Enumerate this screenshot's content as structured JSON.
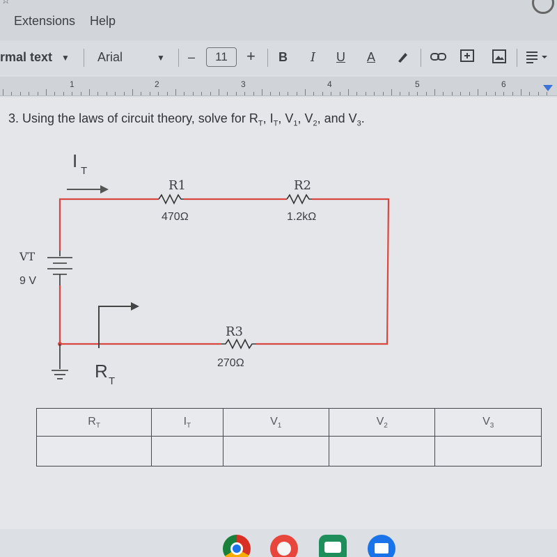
{
  "menu": {
    "extensions": "Extensions",
    "help": "Help"
  },
  "toolbar": {
    "style": "rmal text",
    "font": "Arial",
    "minus": "–",
    "font_size": "11",
    "plus": "+",
    "bold": "B",
    "italic": "I",
    "underline": "U",
    "text_color": "A"
  },
  "ruler": {
    "numbers": [
      "1",
      "2",
      "3",
      "4",
      "5",
      "6"
    ]
  },
  "question": {
    "number": "3.",
    "text_prefix": "Using the laws of circuit theory, solve for R",
    "rt_sub": "T",
    "sep1": ", I",
    "it_sub": "T",
    "sep2": ", V",
    "v1_sub": "1",
    "sep3": ", V",
    "v2_sub": "2",
    "sep4": ", and V",
    "v3_sub": "3",
    "end": "."
  },
  "circuit": {
    "current_label": "I",
    "current_sub": "T",
    "r1_name": "R1",
    "r1_value": "470Ω",
    "r2_name": "R2",
    "r2_value": "1.2kΩ",
    "r3_name": "R3",
    "r3_value": "270Ω",
    "source_name": "VT",
    "source_value": "9 V",
    "rt_label": "R",
    "rt_sub": "T",
    "wire_color": "#d9463f"
  },
  "table": {
    "headers": [
      {
        "main": "R",
        "sub": "T"
      },
      {
        "main": "I",
        "sub": "T"
      },
      {
        "main": "V",
        "sub": "1"
      },
      {
        "main": "V",
        "sub": "2"
      },
      {
        "main": "V",
        "sub": "3"
      }
    ]
  },
  "dock": {
    "icons": [
      "chrome-icon",
      "palette-icon",
      "classroom-icon",
      "files-icon"
    ]
  }
}
